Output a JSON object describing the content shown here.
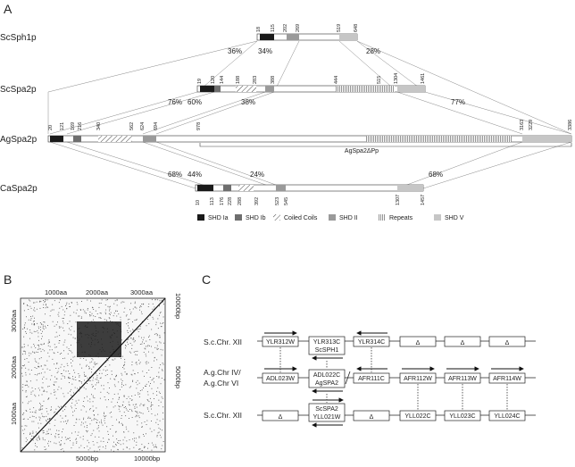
{
  "panels": {
    "a": "A",
    "b": "B",
    "c": "C"
  },
  "panel_a": {
    "proteins": [
      {
        "name": "ScSph1p",
        "positions": [
          "18",
          "115",
          "202",
          "269",
          "519",
          "648"
        ]
      },
      {
        "name": "ScSpa2p",
        "positions": [
          "19",
          "120",
          "144",
          "188",
          "283",
          "388",
          "444",
          "515",
          "1304",
          "1461"
        ]
      },
      {
        "name": "AgSpa2p",
        "positions": [
          "20",
          "121",
          "169",
          "216",
          "340",
          "562",
          "624",
          "694",
          "978",
          "3163",
          "3229",
          "3386"
        ]
      },
      {
        "name": "CaSpa2p",
        "positions": [
          "10",
          "113",
          "176",
          "228",
          "288",
          "392",
          "523",
          "545",
          "1307",
          "1457"
        ]
      }
    ],
    "percentages": [
      "36%",
      "34%",
      "28%",
      "76%",
      "60%",
      "38%",
      "77%",
      "68%",
      "44%",
      "24%",
      "68%"
    ],
    "deletion_label": "AgSpa2ΔPp",
    "legend": [
      {
        "label": "SHD Ia",
        "color": "#1a1a1a"
      },
      {
        "label": "SHD Ib",
        "color": "#6e6e6e"
      },
      {
        "label": "Coiled Coils",
        "color": "hatch"
      },
      {
        "label": "SHD II",
        "color": "#9a9a9a"
      },
      {
        "label": "Repeats",
        "color": "vlines"
      },
      {
        "label": "SHD V",
        "color": "#c6c6c6"
      }
    ]
  },
  "panel_b": {
    "top_labels": [
      "1000aa",
      "2000aa",
      "3000aa"
    ],
    "left_labels": [
      "3000aa",
      "2000aa",
      "1000aa"
    ],
    "right_labels": [
      "10000bp",
      "5000bp"
    ],
    "bottom_labels": [
      "5000bp",
      "10000bp"
    ]
  },
  "panel_c": {
    "rows": [
      {
        "label": "S.c.Chr. XII",
        "genes": [
          "YLR312W",
          "YLR313C",
          "ScSPH1",
          "YLR314C",
          "Δ",
          "Δ",
          "Δ"
        ]
      },
      {
        "label_line1": "A.g.Chr IV/",
        "label_line2": "A.g.Chr VI",
        "genes": [
          "ADL023W",
          "ADL022C",
          "AgSPA2",
          "AFR111C",
          "AFR112W",
          "AFR113W",
          "AFR114W"
        ]
      },
      {
        "label": "S.c.Chr. XII",
        "genes": [
          "Δ",
          "ScSPA2",
          "YLL021W",
          "Δ",
          "YLL022C",
          "YLL023C",
          "YLL024C"
        ]
      }
    ]
  }
}
